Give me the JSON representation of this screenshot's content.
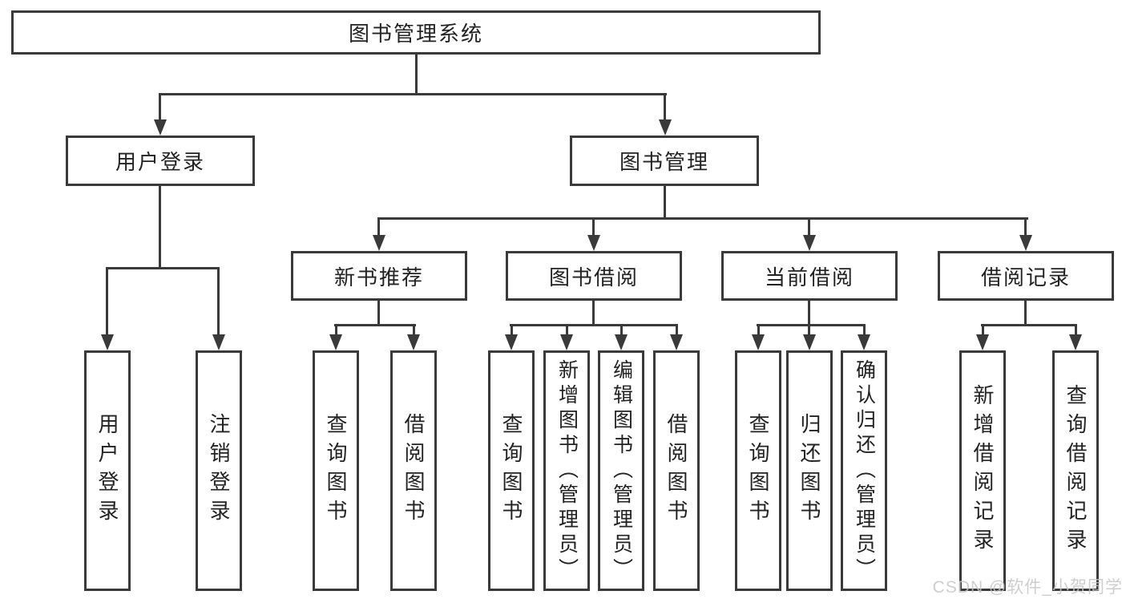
{
  "root": {
    "label": "图书管理系统"
  },
  "branches": {
    "user": {
      "label": "用户登录",
      "children": [
        "用户登录",
        "注销登录"
      ]
    },
    "book": {
      "label": "图书管理"
    }
  },
  "modules": [
    {
      "label": "新书推荐",
      "children": [
        "查询图书",
        "借阅图书"
      ]
    },
    {
      "label": "图书借阅",
      "children": [
        "查询图书",
        "新增图书（管理员）",
        "编辑图书（管理员）",
        "借阅图书"
      ]
    },
    {
      "label": "当前借阅",
      "children": [
        "查询图书",
        "归还图书",
        "确认归还（管理员）"
      ]
    },
    {
      "label": "借阅记录",
      "children": [
        "新增借阅记录",
        "查询借阅记录"
      ]
    }
  ],
  "watermark": "CSDN @软件_小贺同学",
  "colors": {
    "line": "#3a3a3a",
    "text": "#222222",
    "wm": "#c6c6c6",
    "bg": "#ffffff"
  }
}
